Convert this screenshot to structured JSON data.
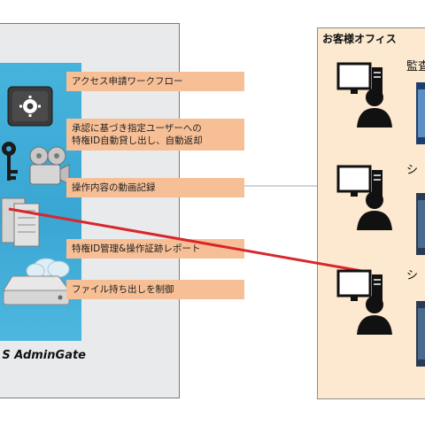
{
  "product": {
    "name": "S AdminGate"
  },
  "features": [
    {
      "label": "アクセス申請ワークフロー"
    },
    {
      "label": "承認に基づき指定ユーザーへの\n特権ID自動貸し出し、自動返却"
    },
    {
      "label": "操作内容の動画記録"
    },
    {
      "label": "特権ID管理&操作証跡レポート"
    },
    {
      "label": "ファイル持ち出しを制御"
    }
  ],
  "office": {
    "title": "お客様オフィス",
    "users": [
      {
        "label": "監査"
      },
      {
        "label": "シ"
      },
      {
        "label": "シ"
      }
    ]
  },
  "colors": {
    "accent_blue": "#3aa6d3",
    "feature_bg": "#f7bf96",
    "office_bg": "#fce9cf",
    "link_red": "#d9262b"
  },
  "icons": [
    "safe-icon",
    "key-icon",
    "film-camera-icon",
    "server-icon",
    "cloud-storage-icon",
    "user-computer-icon",
    "monitor-screenshot-icon"
  ]
}
